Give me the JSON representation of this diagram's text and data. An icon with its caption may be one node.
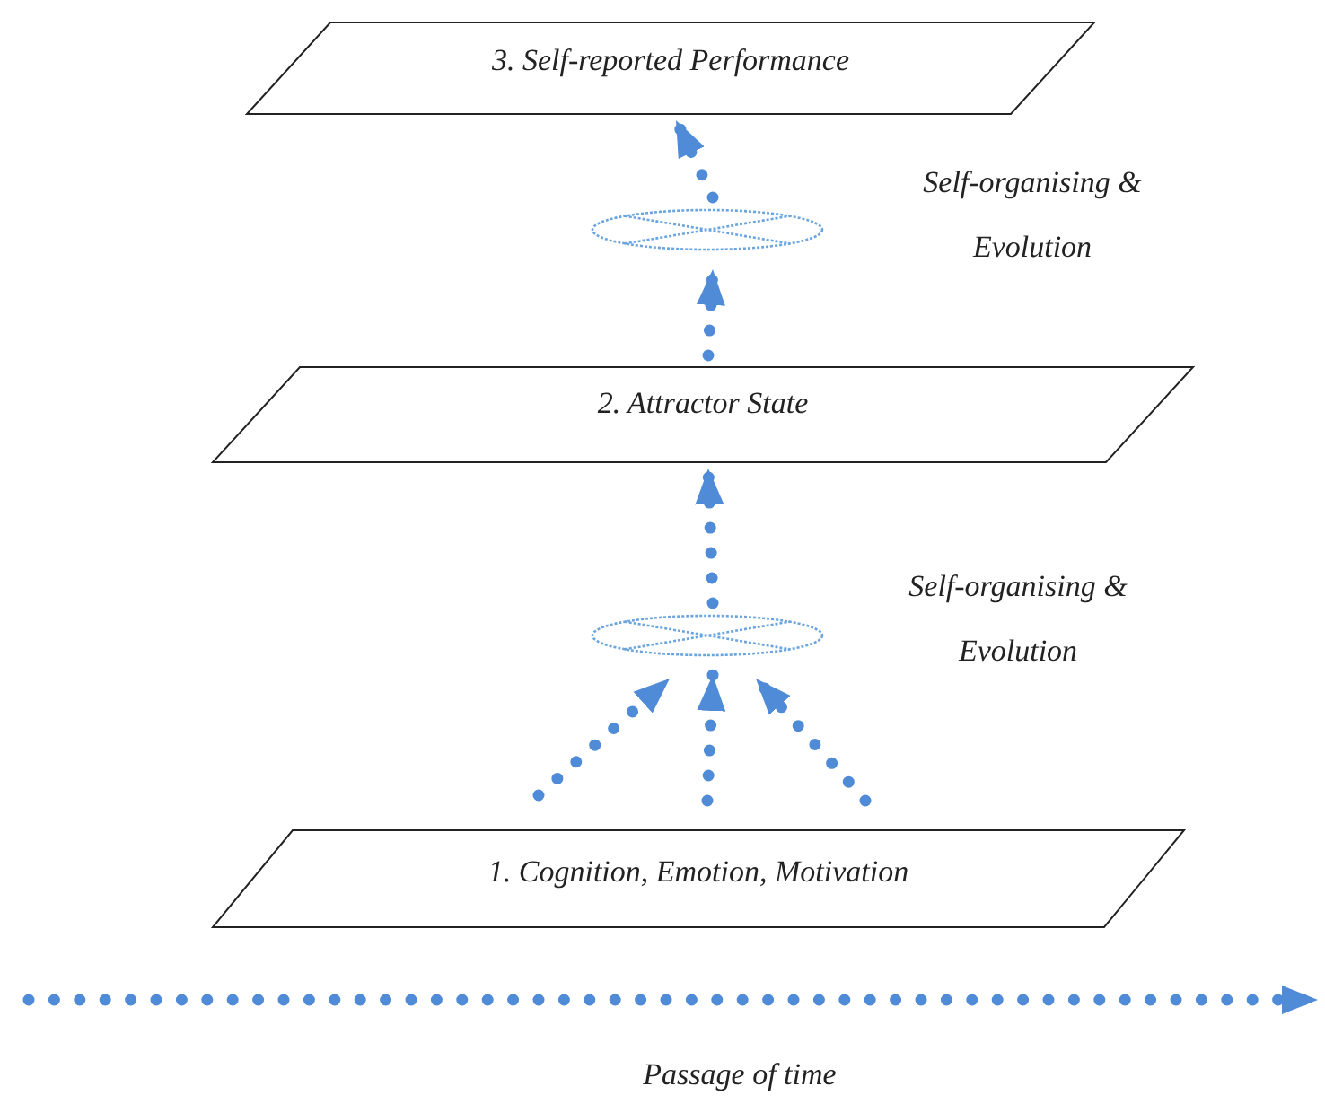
{
  "diagram": {
    "nodes": [
      {
        "text": [
          "3. Self-reported Performance"
        ]
      },
      {
        "text": [],
        "shape": "ellipse"
      },
      {
        "text": [
          "2. Attractor State"
        ]
      },
      {
        "text": [],
        "shape": "ellipse"
      },
      {
        "text": [
          "1. Cognition, Emotion, Motivation"
        ]
      }
    ],
    "edges": [
      {
        "from": 2,
        "to": 1,
        "arrow": "to",
        "style": "dashed"
      },
      {
        "from": 1,
        "to": 0,
        "arrow": "to",
        "style": "dashed"
      },
      {
        "from": 3,
        "to": 2,
        "arrow": "to",
        "style": "dashed"
      },
      {
        "from": null,
        "to": 3,
        "arrow": "to",
        "style": "dashed"
      },
      {
        "from": null,
        "to": 3,
        "arrow": "to",
        "style": "dashed"
      },
      {
        "from": null,
        "to": 3,
        "arrow": "to",
        "style": "dashed"
      }
    ],
    "labels": [
      "Self-organising & Evolution",
      "Self-organising & Evolution",
      "Passage of time"
    ]
  }
}
